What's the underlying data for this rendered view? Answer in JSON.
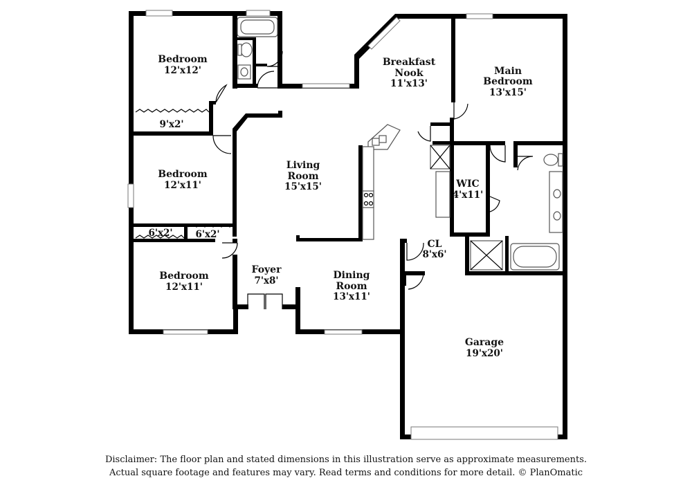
{
  "rooms": {
    "bedroom1": {
      "name": "Bedroom",
      "dims": "12'x12'"
    },
    "closet_9x2": {
      "dims": "9'x2'"
    },
    "bedroom2": {
      "name": "Bedroom",
      "dims": "12'x11'"
    },
    "closet_6x2_left": {
      "dims": "6'x2'"
    },
    "closet_6x2_right": {
      "dims": "6'x2'"
    },
    "bedroom3": {
      "name": "Bedroom",
      "dims": "12'x11'"
    },
    "living": {
      "name_line1": "Living",
      "name_line2": "Room",
      "dims": "15'x15'"
    },
    "foyer": {
      "name": "Foyer",
      "dims": "7'x8'"
    },
    "dining": {
      "name_line1": "Dining",
      "name_line2": "Room",
      "dims": "13'x11'"
    },
    "breakfast": {
      "name_line1": "Breakfast",
      "name_line2": "Nook",
      "dims": "11'x13'"
    },
    "main_bedroom": {
      "name_line1": "Main",
      "name_line2": "Bedroom",
      "dims": "13'x15'"
    },
    "wic": {
      "name": "WIC",
      "dims": "4'x11'"
    },
    "closet_cl": {
      "name": "CL",
      "dims": "8'x6'"
    },
    "garage": {
      "name": "Garage",
      "dims": "19'x20'"
    }
  },
  "disclaimer": {
    "line1": "Disclaimer: The floor plan and stated dimensions in this illustration serve as approximate measurements.",
    "line2": "Actual square footage and features may vary. Read terms and conditions for more detail. © PlanOmatic"
  }
}
